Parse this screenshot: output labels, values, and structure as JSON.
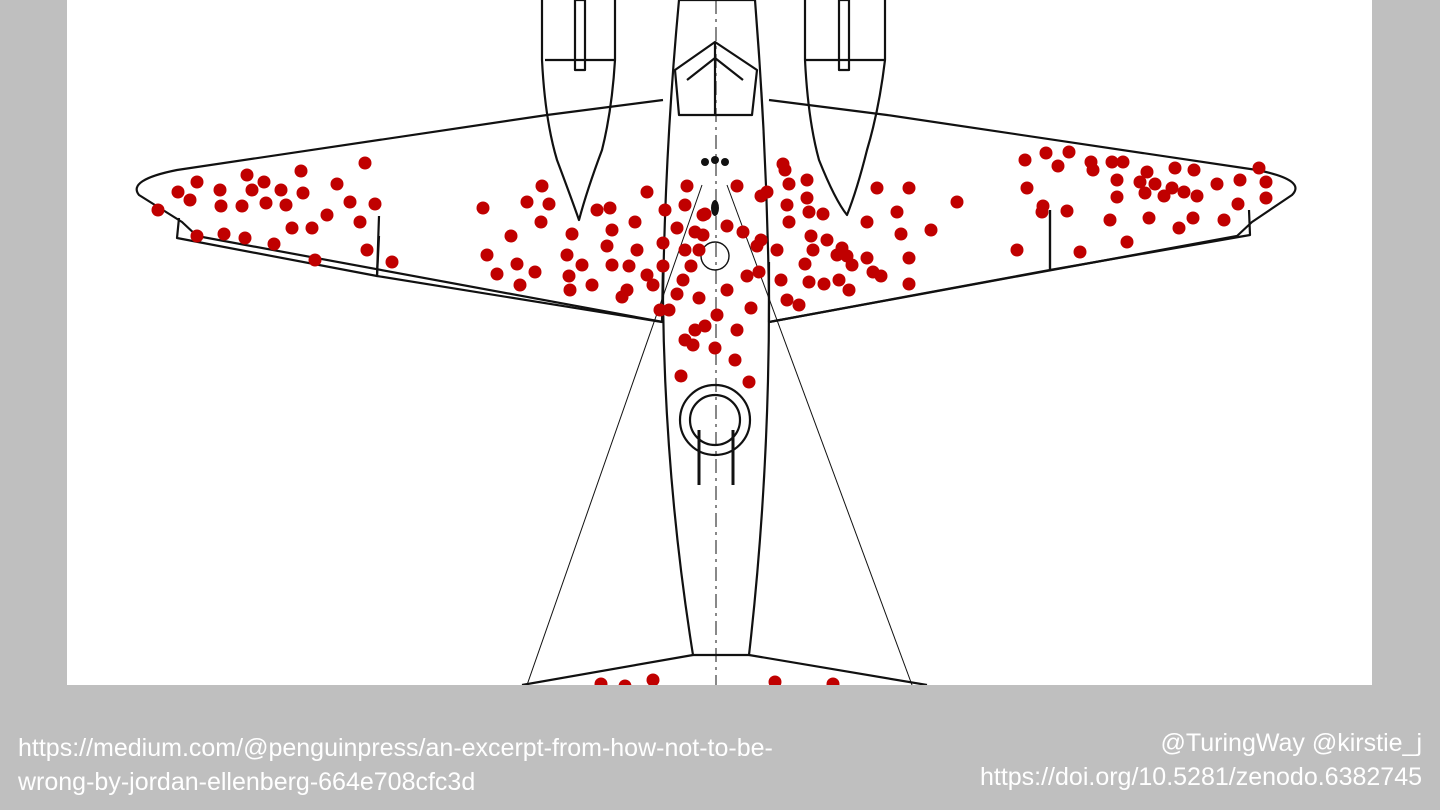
{
  "slide": {
    "source_line1": "https://medium.com/@penguinpress/an-excerpt-from-how-not-to-be-",
    "source_line2": "wrong-by-jordan-ellenberg-664e708cfc3d",
    "credit_line1": "@TuringWay @kirstie_j",
    "credit_line2": "https://doi.org/10.5281/zenodo.6382745"
  },
  "figure": {
    "subject": "airplane-outline",
    "hit_marker_color": "#c00000"
  },
  "colors": {
    "background": "#bfbfbf",
    "panel": "#ffffff",
    "caption_text": "#ffffff",
    "outline": "#111111"
  }
}
